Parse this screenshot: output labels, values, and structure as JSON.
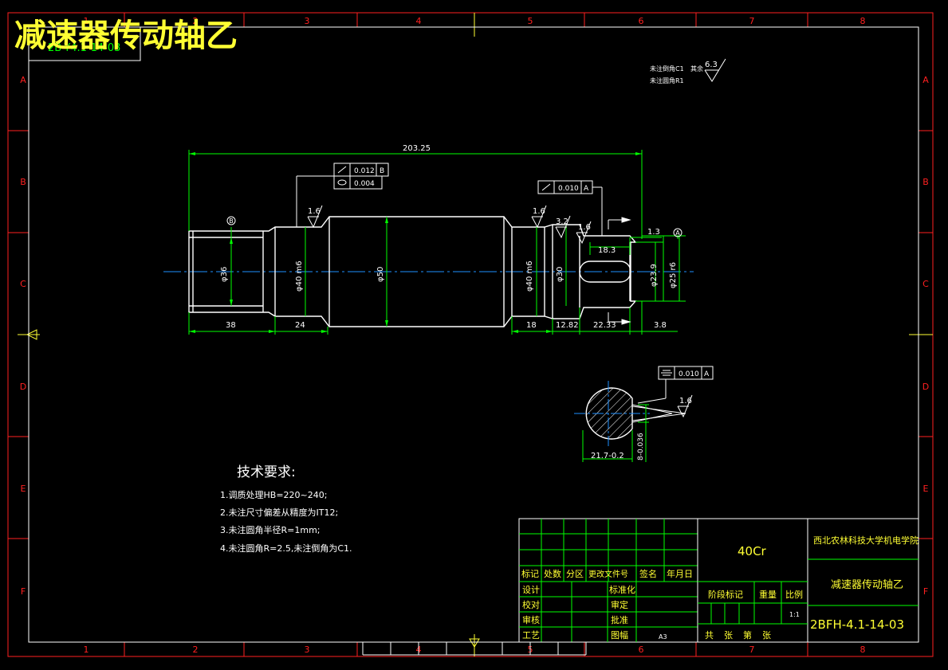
{
  "title": "减速器传动轴乙",
  "title_box": "2B-Y4.1-14-03",
  "border": {
    "cols_top": [
      "1",
      "2",
      "3",
      "4",
      "5",
      "6",
      "7",
      "8"
    ],
    "cols_bottom": [
      "1",
      "2",
      "3",
      "4",
      "5",
      "6",
      "7",
      "8"
    ],
    "rows": [
      "A",
      "B",
      "C",
      "D",
      "E",
      "F"
    ]
  },
  "surface_notes": {
    "chamfer": "未注倒角C1",
    "fillet": "未注圆角R1",
    "rest": "其余",
    "rest_value": "6.3"
  },
  "dims": {
    "total": "203.25",
    "d36": "φ36",
    "d40a": "φ40 m6",
    "d50": "φ50",
    "d40b": "φ40 m6",
    "d30": "φ30",
    "d239": "φ23.9",
    "d25": "φ25 r6",
    "len38": "38",
    "len24": "24",
    "len18": "18",
    "len1282": "12.82",
    "len2233": "22.33",
    "len38b": "3.8",
    "len183": "18.3",
    "len13": "1.3",
    "key_depth": "21.7-0.2",
    "key_width": "8-0.036"
  },
  "rough": {
    "r1": "1.6",
    "r2": "1.6",
    "r3": "3.2",
    "r4": "1.6",
    "r5": "1.6"
  },
  "tol": {
    "runout1": "0.012",
    "runout1_ref": "B",
    "cyl": "0.004",
    "runout2": "0.010",
    "runout2_ref": "A",
    "sym": "0.010",
    "sym_ref": "A"
  },
  "datum": {
    "a": "A",
    "b": "B"
  },
  "tech": {
    "heading": "技术要求:",
    "items": [
      "1.调质处理HB=220~240;",
      "2.未注尺寸偏差从精度为IT12;",
      "3.未注圆角半径R=1mm;",
      "4.未注圆角R=2.5,未注倒角为C1."
    ]
  },
  "titleblock": {
    "material": "40Cr",
    "school": "西北农林科技大学机电学院",
    "part": "减速器传动轴乙",
    "code": "2BFH-4.1-14-03",
    "h_mark": "标记",
    "h_count": "处数",
    "h_zone": "分区",
    "h_doc": "更改文件号",
    "h_sign": "签名",
    "h_date": "年月日",
    "design": "设计",
    "std": "标准化",
    "check": "校对",
    "review": "审定",
    "audit": "审核",
    "approve": "批准",
    "process": "工艺",
    "sheet_size": "图幅",
    "size_val": "A3",
    "stage": "阶段标记",
    "weight": "重量",
    "scale": "比例",
    "scale_val": "1:1",
    "total_sheets": "共",
    "sheets": "张",
    "sheet_no": "第",
    "sheet_end": "张"
  },
  "colors": {
    "line_white": "#ffffff",
    "line_green": "#00ff00",
    "center": "#1e90ff",
    "text_yellow": "#ffff33",
    "border_red": "#ff2020"
  }
}
